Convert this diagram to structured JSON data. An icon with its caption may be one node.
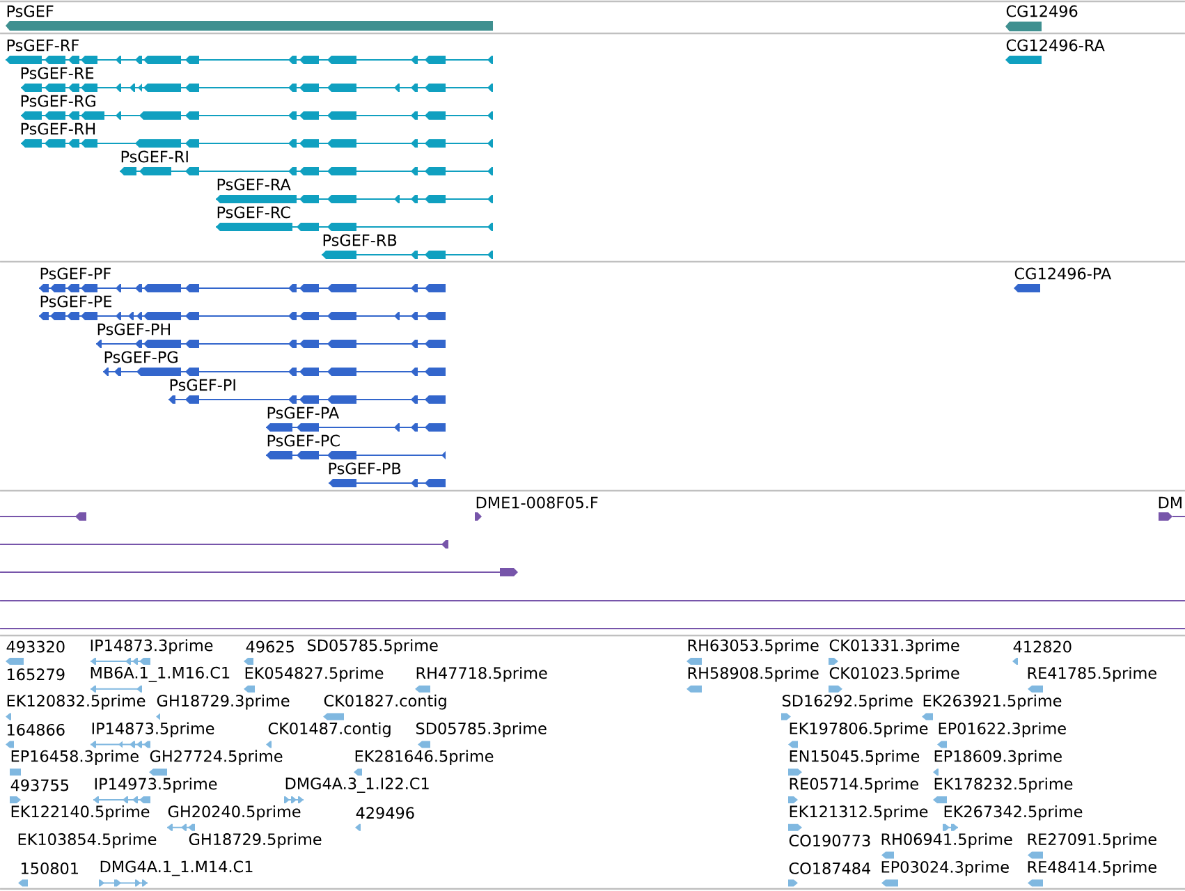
{
  "diagram": {
    "labels": [
      "PsGEF",
      "CG12496",
      "PsGEF-RF",
      "CG12496-RA",
      "PsGEF-RE",
      "PsGEF-RG",
      "PsGEF-RH",
      "PsGEF-RI",
      "PsGEF-RA",
      "PsGEF-RC",
      "PsGEF-RB",
      "PsGEF-PF",
      "CG12496-PA",
      "PsGEF-PE",
      "PsGEF-PH",
      "PsGEF-PG",
      "PsGEF-PI",
      "PsGEF-PA",
      "PsGEF-PC",
      "PsGEF-PB",
      "DME1-008F05.F",
      "DM",
      "493320",
      "IP14873.3prime",
      "49625",
      "SD05785.5prime",
      "RH63053.5prime",
      "CK01331.3prime",
      "412820",
      "165279",
      "MB6A.1_1.M16.C1",
      "EK054827.5prime",
      "RH47718.5prime",
      "RH58908.5prime",
      "CK01023.5prime",
      "RE41785.5prime",
      "EK120832.5prime",
      "GH18729.3prime",
      "CK01827.contig",
      "SD16292.5prime",
      "EK263921.5prime",
      "164866",
      "IP14873.5prime",
      "CK01487.contig",
      "SD05785.3prime",
      "EK197806.5prime",
      "EP01622.3prime",
      "EP16458.3prime",
      "GH27724.5prime",
      "EK281646.5prime",
      "EN15045.5prime",
      "EP18609.3prime",
      "493755",
      "IP14973.5prime",
      "DMG4A.3_1.I22.C1",
      "RE05714.5prime",
      "EK178232.5prime",
      "EK122140.5prime",
      "GH20240.5prime",
      "429496",
      "EK121312.5prime",
      "EK267342.5prime",
      "EK103854.5prime",
      "GH18729.5prime",
      "CO190773",
      "RH06941.5prime",
      "RE27091.5prime",
      "150801",
      "DMG4A.1_1.M14.C1",
      "CO187484",
      "EP03024.3prime",
      "RE48414.5prime"
    ]
  }
}
